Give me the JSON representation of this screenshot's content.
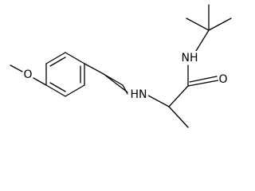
{
  "structure": {
    "labels": {
      "nh_amide": "NH",
      "o_carbonyl": "O",
      "nh_amine": "HN",
      "o_methoxy": "O"
    }
  }
}
